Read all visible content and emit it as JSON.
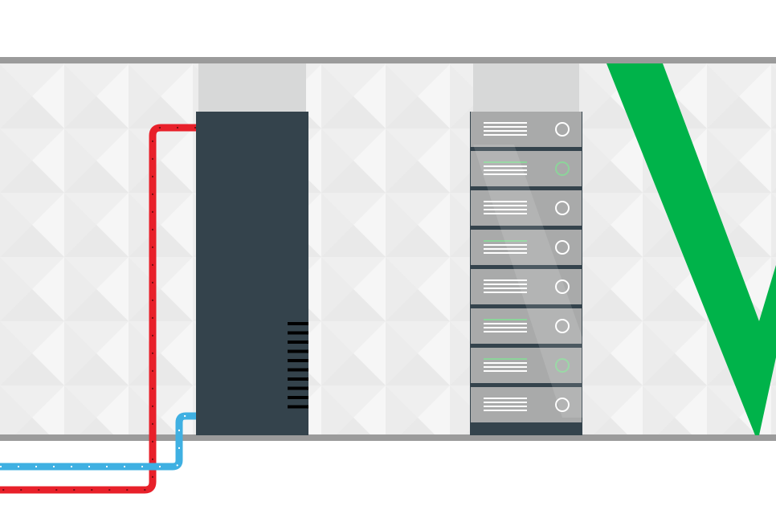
{
  "scene": {
    "colors": {
      "background": "#ffffff",
      "panel": "#f1f1f1",
      "panel_pattern": "#e7e7e7",
      "rail": "#9b9b9b",
      "tower": "#34434c",
      "tower_cap": "#d7d8d8",
      "rack_unit": "#a9aaaa",
      "rack_unit_dark": "#34434c",
      "rack_line_white": "#ffffff",
      "rack_line_green": "#8cd49a",
      "cable_red": "#e8202a",
      "cable_blue": "#3fb0e2",
      "logo_green": "#00b34a"
    },
    "icons": [
      "tower-server-icon",
      "rack-server-icon",
      "red-cable-icon",
      "blue-cable-icon",
      "green-v-logo-icon"
    ],
    "rack": {
      "unit_count": 8,
      "units": [
        {
          "line_color": "white",
          "ring_color": "white"
        },
        {
          "line_color": "green",
          "ring_color": "green"
        },
        {
          "line_color": "white",
          "ring_color": "white"
        },
        {
          "line_color": "green",
          "ring_color": "white"
        },
        {
          "line_color": "white",
          "ring_color": "white"
        },
        {
          "line_color": "green",
          "ring_color": "white"
        },
        {
          "line_color": "green",
          "ring_color": "green"
        },
        {
          "line_color": "white",
          "ring_color": "white"
        }
      ]
    },
    "tower": {
      "vent_slots": 10
    }
  }
}
